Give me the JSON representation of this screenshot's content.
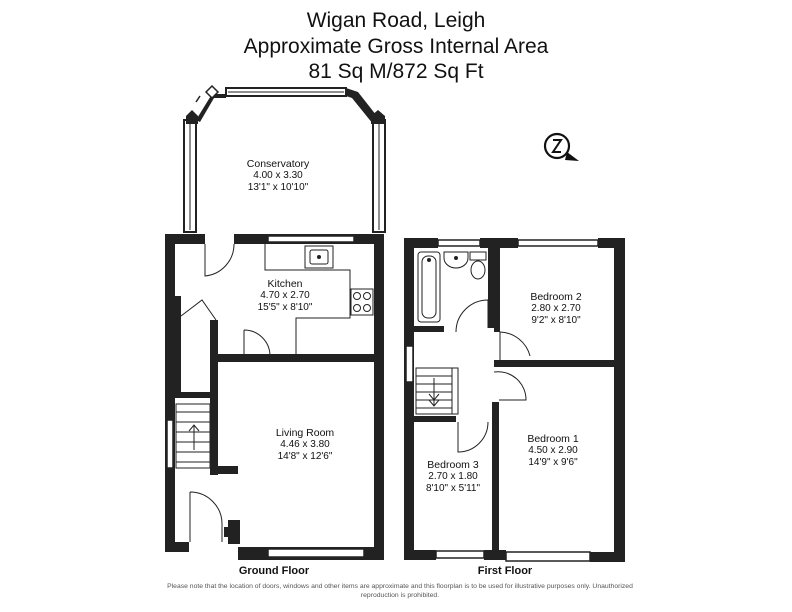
{
  "header": {
    "address": "Wigan Road, Leigh",
    "area_caption": "Approximate Gross Internal Area",
    "area_value": "81 Sq M/872 Sq Ft"
  },
  "rooms": {
    "conservatory": {
      "name": "Conservatory",
      "metric": "4.00 x 3.30",
      "imperial": "13'1\" x 10'10\""
    },
    "kitchen": {
      "name": "Kitchen",
      "metric": "4.70 x 2.70",
      "imperial": "15'5\" x 8'10\""
    },
    "living_room": {
      "name": "Living Room",
      "metric": "4.46 x 3.80",
      "imperial": "14'8\" x 12'6\""
    },
    "bedroom2": {
      "name": "Bedroom 2",
      "metric": "2.80 x 2.70",
      "imperial": "9'2\" x 8'10\""
    },
    "bedroom1": {
      "name": "Bedroom 1",
      "metric": "4.50 x 2.90",
      "imperial": "14'9\" x 9'6\""
    },
    "bedroom3": {
      "name": "Bedroom 3",
      "metric": "2.70 x 1.80",
      "imperial": "8'10\" x 5'11\""
    }
  },
  "floors": {
    "ground": "Ground Floor",
    "first": "First Floor"
  },
  "disclaimer": "Please note that the location of doors, windows and other items are approximate and this floorplan is to be used for illustrative purposes only. Unauthorized reproduction is prohibited.",
  "icons": {
    "compass": "north-compass-icon"
  }
}
